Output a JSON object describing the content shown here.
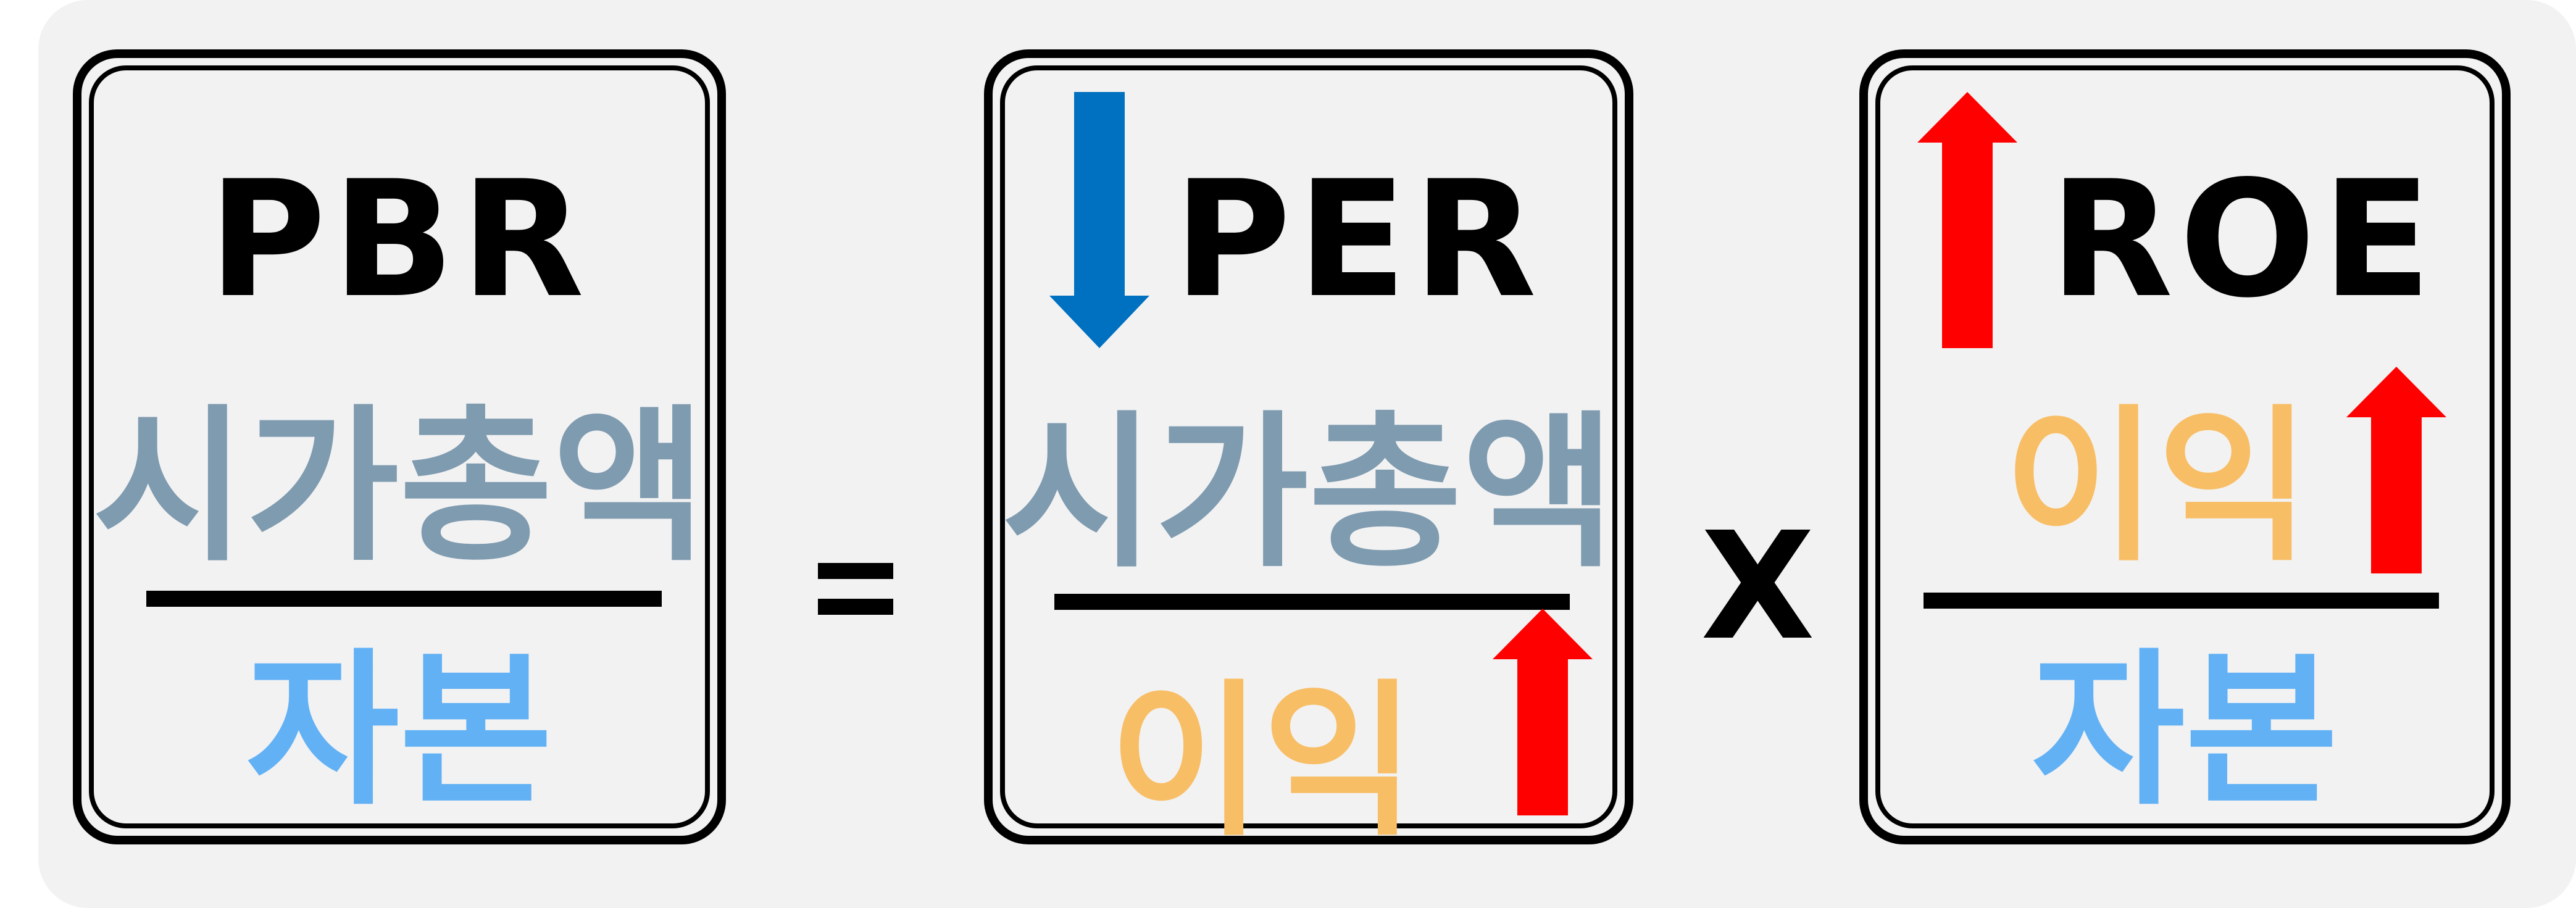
{
  "colors": {
    "market_cap": "#7f9bb0",
    "capital": "#63b1f5",
    "profit": "#f8be66",
    "arrow_up": "#ff0000",
    "arrow_down": "#0070c0"
  },
  "pbr": {
    "title": "PBR",
    "numerator": "시가총액",
    "denominator": "자본"
  },
  "equals_sign": "=",
  "per": {
    "title": "PER",
    "numerator": "시가총액",
    "denominator": "이익",
    "title_arrow": "arrow-down-icon",
    "denominator_arrow": "arrow-up-icon"
  },
  "times_sign": "X",
  "roe": {
    "title": "ROE",
    "numerator": "이익",
    "denominator": "자본",
    "title_arrow": "arrow-up-icon",
    "numerator_arrow": "arrow-up-icon"
  }
}
